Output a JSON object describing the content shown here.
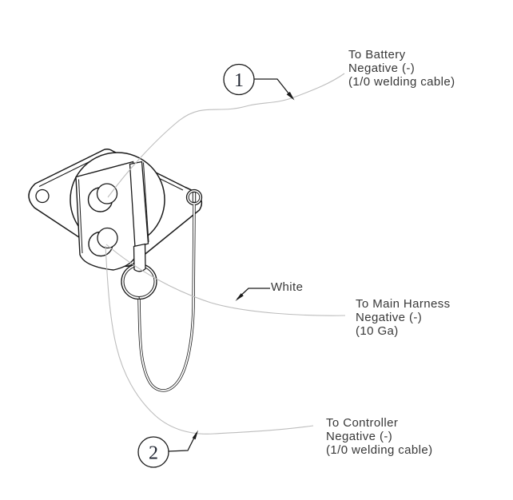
{
  "diagram": {
    "balloons": [
      {
        "number": "1"
      },
      {
        "number": "2"
      }
    ],
    "labels": {
      "battery": [
        "To Battery",
        "Negative (-)",
        "(1/0 welding cable)"
      ],
      "main_harness": [
        "To Main Harness",
        "Negative (-)",
        "(10 Ga)"
      ],
      "controller": [
        "To Controller",
        "Negative (-)",
        "(1/0 welding cable)"
      ],
      "wire_color": "White"
    },
    "colors": {
      "line": "#1a1a1a",
      "wire": "#bdbdbd",
      "text": "#383838",
      "balloon_text": "#1f2430",
      "background": "#ffffff"
    }
  }
}
